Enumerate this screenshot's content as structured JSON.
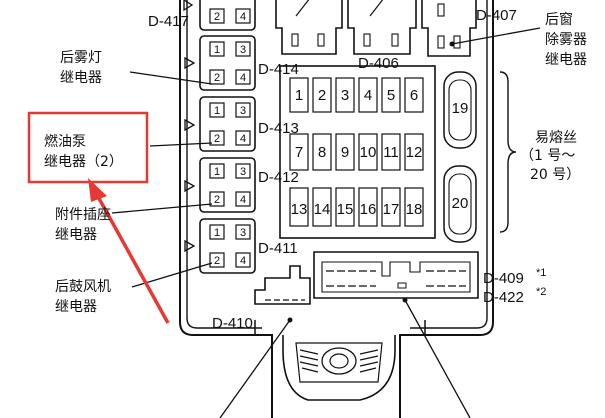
{
  "relays": {
    "rear_fog": [
      "后雾灯",
      "继电器"
    ],
    "fuel_pump": [
      "燃油泵",
      "继电器（2）"
    ],
    "accessory_socket": [
      "附件插座",
      "继电器"
    ],
    "rear_blower": [
      "后鼓风机",
      "继电器"
    ],
    "rear_defogger": [
      "后窗",
      "除雾器",
      "继电器"
    ]
  },
  "fuse_label": [
    "易熔丝",
    "（1 号～",
    "20 号）"
  ],
  "codes": {
    "d417": "D-417",
    "d414": "D-414",
    "d413": "D-413",
    "d412": "D-412",
    "d411": "D-411",
    "d410": "D-410",
    "d406": "D-406",
    "d407": "D-407",
    "d409": "D-409",
    "d422": "D-422",
    "note1": "*1",
    "note2": "*2"
  },
  "fuses_row1": [
    "1",
    "2",
    "3",
    "4",
    "5",
    "6"
  ],
  "fuses_row2": [
    "7",
    "8",
    "9",
    "10",
    "11",
    "12"
  ],
  "fuses_row3": [
    "13",
    "14",
    "15",
    "16",
    "17",
    "18"
  ],
  "fuses_big": [
    "19",
    "20"
  ],
  "relay_pins": [
    "1",
    "3",
    "2",
    "4"
  ],
  "colors": {
    "highlight": "#e53935",
    "line": "#111111"
  }
}
